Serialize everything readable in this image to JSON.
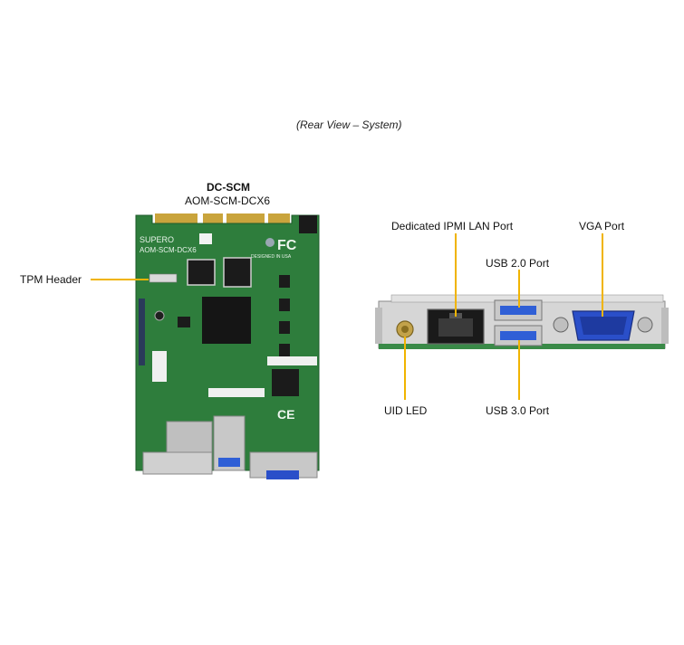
{
  "caption": "(Rear View – System)",
  "board": {
    "title": "DC-SCM",
    "model": "AOM-SCM-DCX6",
    "silk_brand": "SUPERO",
    "silk_model": "AOM-SCM-DCX6",
    "silk_designed": "DESIGNED IN USA"
  },
  "labels": {
    "tpm_header": "TPM Header",
    "ipmi_lan": "Dedicated IPMI LAN Port",
    "vga": "VGA Port",
    "usb2": "USB 2.0 Port",
    "usb3": "USB 3.0 Port",
    "uid_led": "UID LED"
  },
  "colors": {
    "pcb": "#2e7d3c",
    "gold": "#c9a43c",
    "callout": "#f0b400",
    "usb_blue": "#2f5fd6",
    "vga_blue": "#2a4fc9",
    "metal": "#d6d6d6"
  }
}
